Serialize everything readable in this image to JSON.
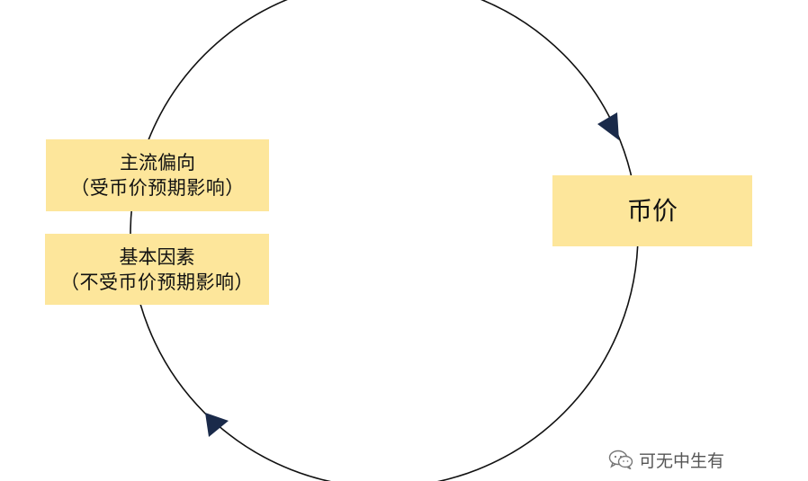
{
  "nodes": {
    "mainstream_bias": {
      "title": "主流偏向",
      "subtitle": "（受币价预期影响）"
    },
    "fundamentals": {
      "title": "基本因素",
      "subtitle": "（不受币价预期影响）"
    },
    "coin_price": {
      "label": "币价"
    }
  },
  "edges": [
    {
      "from": "mainstream_bias",
      "to": "coin_price",
      "direction": "clockwise"
    },
    {
      "from": "coin_price",
      "to": "mainstream_bias",
      "direction": "clockwise"
    }
  ],
  "watermark": {
    "icon": "wechat-icon",
    "text": "可无中生有"
  },
  "colors": {
    "box_fill": "#fde69b",
    "line": "#111111",
    "arrow": "#1a2a4a"
  }
}
